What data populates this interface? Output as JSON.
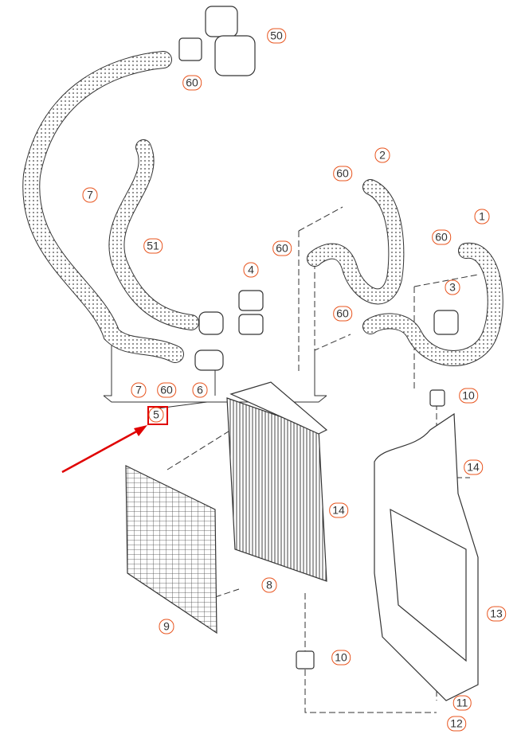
{
  "diagram": {
    "callouts": [
      "50",
      "60",
      "7",
      "2",
      "60",
      "1",
      "51",
      "60",
      "4",
      "60",
      "3",
      "60",
      "7",
      "60",
      "6",
      "5",
      "10",
      "14",
      "14",
      "8",
      "9",
      "13",
      "10",
      "11",
      "12"
    ],
    "highlighted_part": "5",
    "colors": {
      "callout_border": "#e8541e",
      "highlight": "#e00000",
      "arrow": "#e00000",
      "line": "#333333"
    }
  }
}
